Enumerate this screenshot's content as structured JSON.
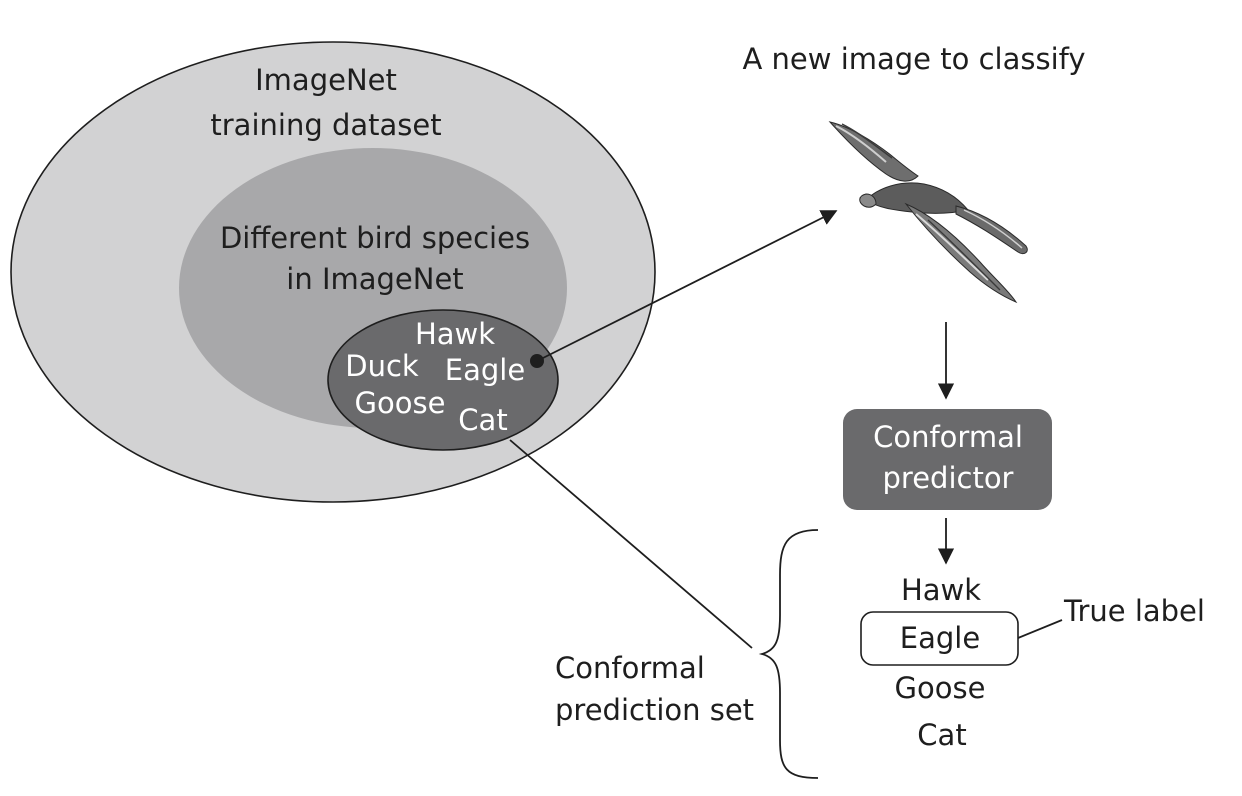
{
  "outer_set": {
    "line1": "ImageNet",
    "line2": "training dataset"
  },
  "middle_set": {
    "line1": "Different bird species",
    "line2": "in ImageNet"
  },
  "inner_set": {
    "items": [
      "Hawk",
      "Duck",
      "Eagle",
      "Goose",
      "Cat"
    ]
  },
  "new_image": {
    "title": "A new image to classify",
    "icon": "bird-icon"
  },
  "predictor": {
    "line1": "Conformal",
    "line2": "predictor"
  },
  "prediction_set": {
    "label_line1": "Conformal",
    "label_line2": "prediction set",
    "items": [
      "Hawk",
      "Eagle",
      "Goose",
      "Cat"
    ]
  },
  "true_label": "True label",
  "colors": {
    "outer_fill": "#d2d2d3",
    "middle_fill": "#a8a8aa",
    "inner_fill": "#6a6a6c",
    "predictor_fill": "#6a6a6c",
    "stroke": "#1e1e1e"
  }
}
